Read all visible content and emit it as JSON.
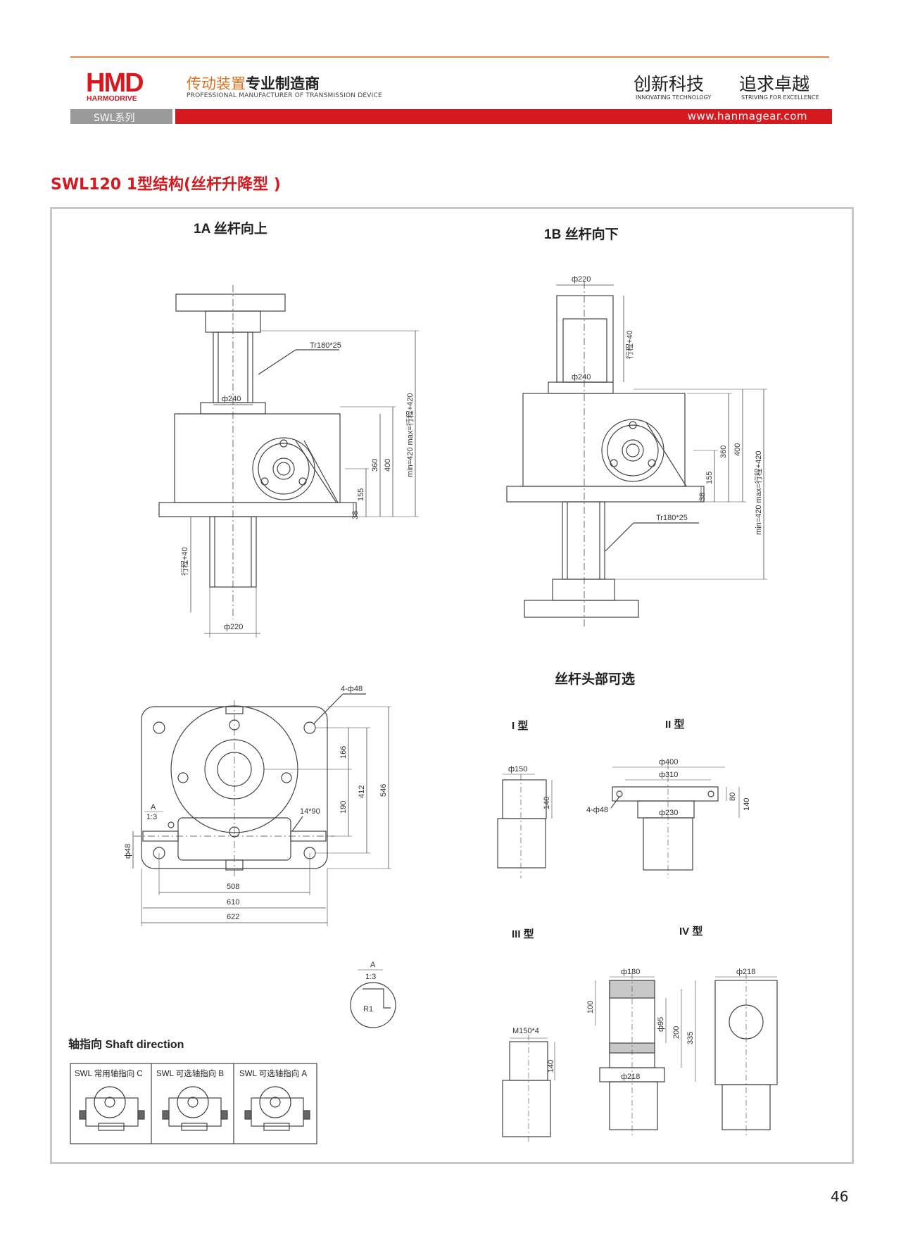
{
  "header": {
    "logo_text": "HMD",
    "logo_sub": "HARMODRIVE",
    "tagline_cn_part1": "传动装置",
    "tagline_cn_part2": "专业制造商",
    "tagline_en": "PROFESSIONAL MANUFACTURER OF TRANSMISSION DEVICE",
    "slogan1_cn": "创新科技",
    "slogan1_en": "INNOVATING TECHNOLOGY",
    "slogan2_cn": "追求卓越",
    "slogan2_en": "STRIVING FOR EXCELLENCE",
    "series": "SWL系列",
    "website": "www.hanmagear.com"
  },
  "title": "SWL120 1型结构(丝杆升降型 )",
  "sections": {
    "a_title": "1A 丝杆向上",
    "b_title": "1B 丝杆向下",
    "heads_title": "丝杆头部可选",
    "type1": "I 型",
    "type2": "II 型",
    "type3": "III 型",
    "type4": "IV 型",
    "shaft_title": "轴指向  Shaft direction",
    "shaft_c": "SWL 常用轴指向 C",
    "shaft_b": "SWL 可选轴指向 B",
    "shaft_a": "SWL 可选轴指向 A"
  },
  "dims": {
    "tr": "Tr180*25",
    "phi240": "ф240",
    "phi220": "ф220",
    "stroke40": "行程+40",
    "minmax": "min=420 max=行程+420",
    "d400": "400",
    "d360": "360",
    "d155": "155",
    "d38": "38",
    "holes": "4-ф48",
    "d166": "166",
    "d190": "190",
    "d412": "412",
    "d546": "546",
    "key": "14*90",
    "shaft48": "ф48",
    "d508": "508",
    "d610": "610",
    "d622": "622",
    "detail_a": "A",
    "detail_scale": "1:3",
    "r1": "R1",
    "phi150": "ф150",
    "d140": "140",
    "phi400": "ф400",
    "phi310": "ф310",
    "phi230": "ф230",
    "d80": "80",
    "m150": "M150*4",
    "phi180": "ф180",
    "d100": "100",
    "phi95": "ф95",
    "d200": "200",
    "d335": "335",
    "phi218": "ф218"
  },
  "page_number": "46"
}
